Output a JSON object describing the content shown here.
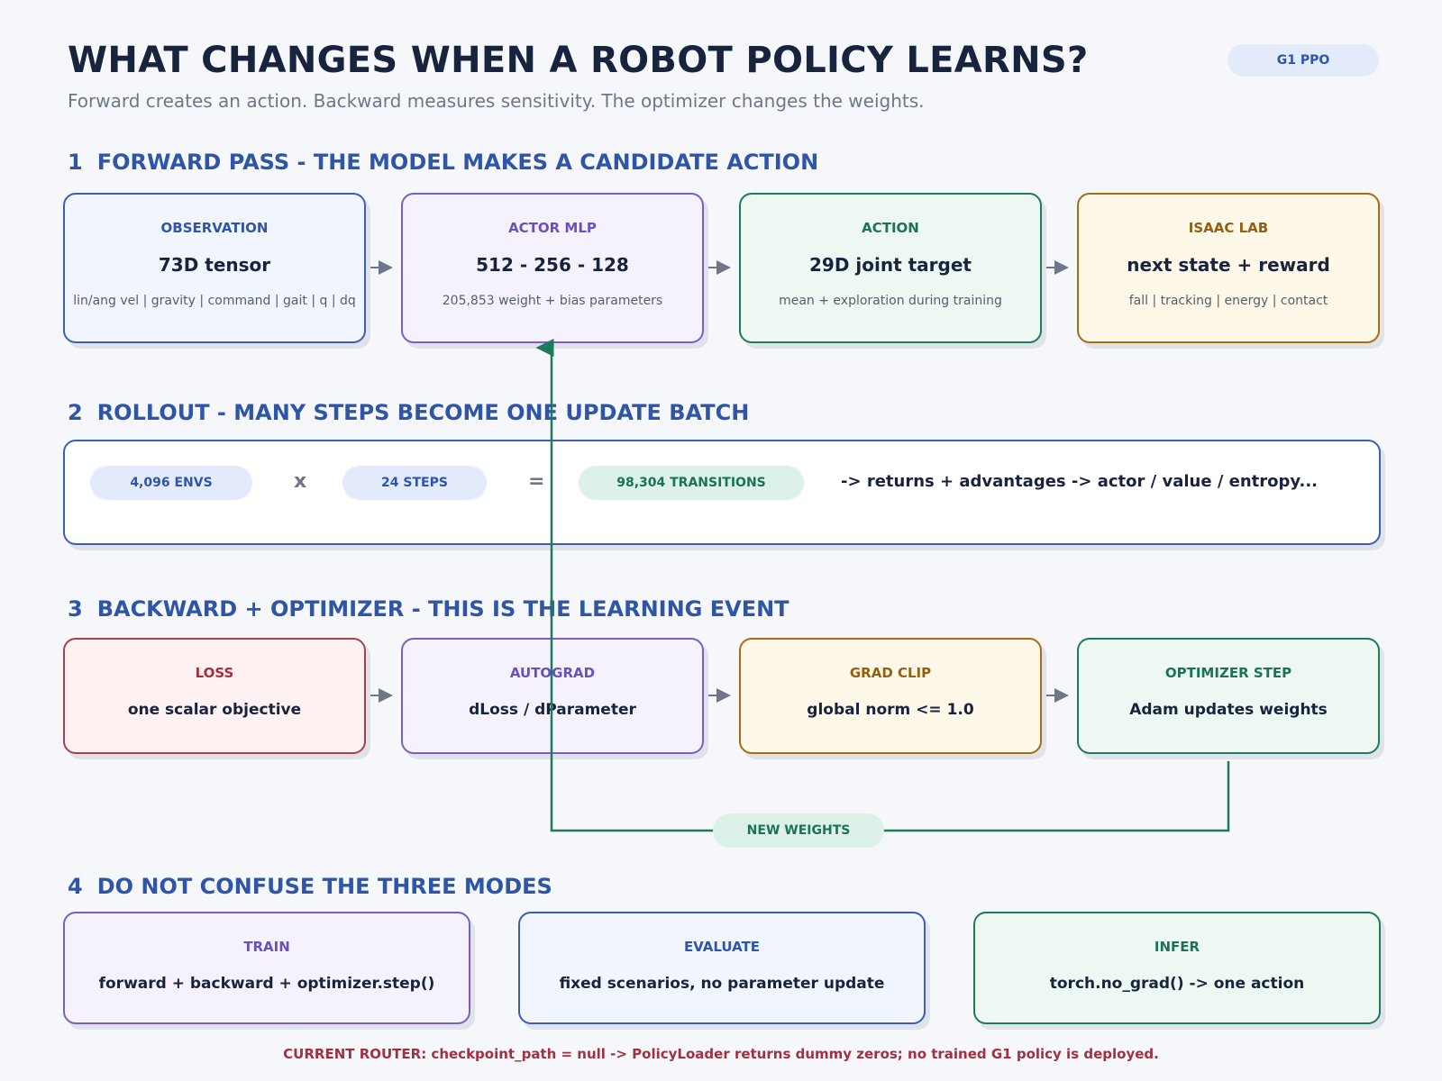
{
  "header": {
    "title": "WHAT CHANGES WHEN A ROBOT POLICY LEARNS?",
    "subtitle": "Forward creates an action. Backward measures sensitivity. The optimizer changes the weights.",
    "badge": "G1 PPO"
  },
  "sections": {
    "forward": {
      "num": "1",
      "title": "FORWARD PASS - THE MODEL MAKES A CANDIDATE ACTION",
      "cards": [
        {
          "label": "OBSERVATION",
          "main": "73D tensor",
          "sub": "lin/ang vel | gravity | command | gait | q | dq"
        },
        {
          "label": "ACTOR MLP",
          "main": "512 - 256 - 128",
          "sub": "205,853 weight + bias parameters"
        },
        {
          "label": "ACTION",
          "main": "29D joint target",
          "sub": "mean + exploration during training"
        },
        {
          "label": "ISAAC LAB",
          "main": "next state + reward",
          "sub": "fall | tracking | energy | contact"
        }
      ]
    },
    "rollout": {
      "num": "2",
      "title": "ROLLOUT - MANY STEPS BECOME ONE UPDATE BATCH",
      "envs": "4,096 ENVS",
      "times": "x",
      "steps": "24 STEPS",
      "equals": "=",
      "transitions": "98,304 TRANSITIONS",
      "flow": "-> returns + advantages -> actor / value / entropy..."
    },
    "backward": {
      "num": "3",
      "title": "BACKWARD + OPTIMIZER - THIS IS THE LEARNING EVENT",
      "cards": [
        {
          "label": "LOSS",
          "main": "one scalar objective"
        },
        {
          "label": "AUTOGRAD",
          "main": "dLoss / dParameter"
        },
        {
          "label": "GRAD CLIP",
          "main": "global norm <= 1.0"
        },
        {
          "label": "OPTIMIZER STEP",
          "main": "Adam updates weights"
        }
      ],
      "feedback_label": "NEW WEIGHTS"
    },
    "modes": {
      "num": "4",
      "title": "DO NOT CONFUSE THE THREE MODES",
      "cards": [
        {
          "label": "TRAIN",
          "main": "forward + backward + optimizer.step()"
        },
        {
          "label": "EVALUATE",
          "main": "fixed scenarios, no parameter update"
        },
        {
          "label": "INFER",
          "main": "torch.no_grad() -> one action"
        }
      ]
    }
  },
  "footer": "CURRENT ROUTER: checkpoint_path = null -> PolicyLoader returns dummy zeros; no trained G1 policy is deployed.",
  "colors": {
    "blue": "#3b5fb5",
    "purple": "#7b5fc0",
    "green": "#1f7a5a",
    "amber": "#a66d12",
    "red": "#a8414e",
    "title": "#18243d",
    "section": "#2f55a8"
  }
}
